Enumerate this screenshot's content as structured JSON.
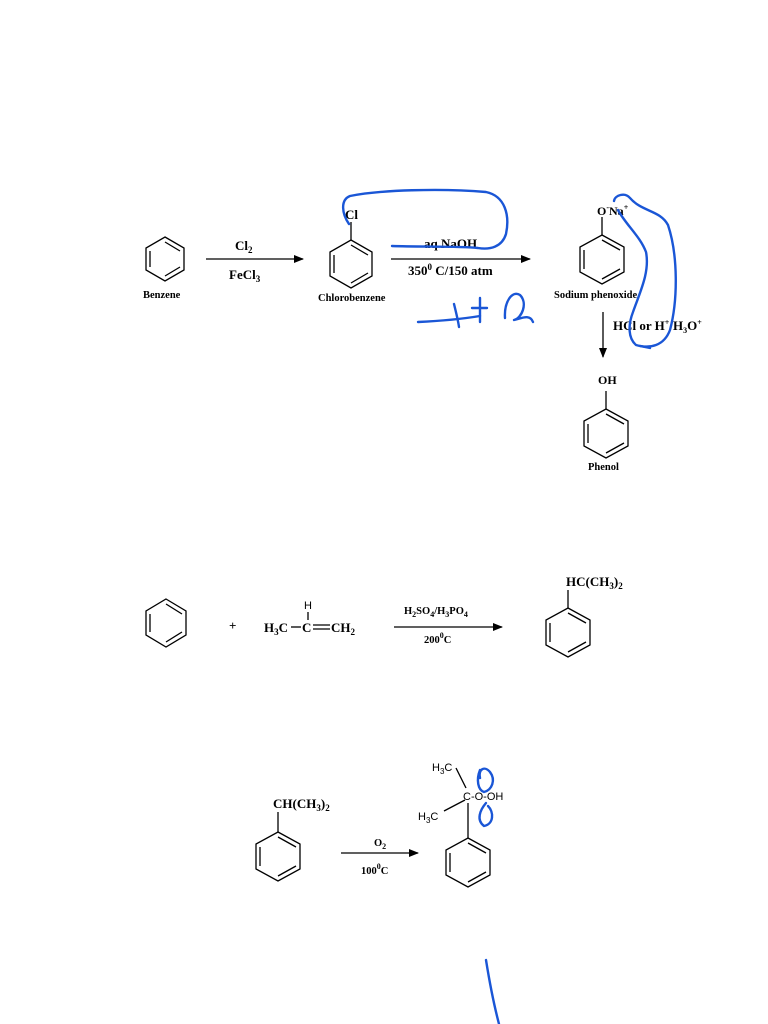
{
  "reaction1": {
    "benzene_label": "Benzene",
    "reagent_top": "Cl",
    "reagent_top_sub": "2",
    "reagent_bottom": "FeCl",
    "reagent_bottom_sub": "3",
    "chlorobenzene_label": "Chlorobenzene",
    "chlorobenzene_substituent": "Cl",
    "reagent2_top": "aq NaOH",
    "reagent2_bottom_a": "350",
    "reagent2_bottom_sup": "0",
    "reagent2_bottom_b": " C/150 atm",
    "phenoxide_o": "O",
    "phenoxide_o_sup": "-",
    "phenoxide_na": "Na",
    "phenoxide_na_sup": "+",
    "phenoxide_label": "Sodium phenoxide",
    "acid_a": "HCl or H",
    "acid_sup1": "+",
    "acid_b": "/H",
    "acid_sub": "3",
    "acid_c": "O",
    "acid_sup2": "+",
    "phenol_substituent": "OH",
    "phenol_label": "Phenol"
  },
  "reaction2": {
    "plus": "+",
    "propene_h": "H",
    "propene_a": "H",
    "propene_sub1": "3",
    "propene_b": "C",
    "propene_c": "C",
    "propene_d": "CH",
    "propene_sub2": "2",
    "catalyst_a": "H",
    "catalyst_sub1": "2",
    "catalyst_b": "SO",
    "catalyst_sub2": "4",
    "catalyst_c": "/H",
    "catalyst_sub3": "3",
    "catalyst_d": "PO",
    "catalyst_sub4": "4",
    "temp": "200",
    "temp_sup": "0",
    "temp_unit": "C",
    "product_a": "HC(CH",
    "product_sub": "3",
    "product_b": ")",
    "product_sub2": "2"
  },
  "reaction3": {
    "reactant_a": "CH(CH",
    "reactant_sub": "3",
    "reactant_b": ")",
    "reactant_sub2": "2",
    "reagent_a": "O",
    "reagent_sub": "2",
    "temp": "100",
    "temp_sup": "0",
    "temp_unit": "C",
    "prod_top_a": "H",
    "prod_top_sub": "3",
    "prod_top_b": "C",
    "prod_mid": "C-O-OH",
    "prod_bot_a": "H",
    "prod_bot_sub": "3",
    "prod_bot_b": "C"
  },
  "colors": {
    "ink": "#1a56d6",
    "structure": "#000000"
  }
}
